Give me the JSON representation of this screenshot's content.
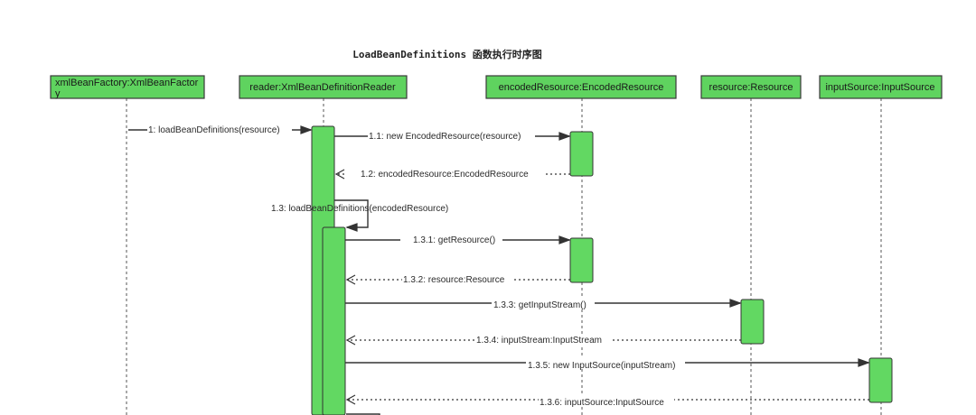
{
  "title": "LoadBeanDefinitions 函数执行时序图",
  "colors": {
    "participant_fill": "#5fd35f",
    "participant_border": "#3a3a3a",
    "activation_fill": "#62d862",
    "line": "#333333"
  },
  "participants": [
    {
      "id": "xmlBeanFactory",
      "label_line1": "xmlBeanFactory:XmlBeanFactor",
      "label_line2": "y"
    },
    {
      "id": "reader",
      "label_line1": "reader:XmlBeanDefinitionReader",
      "label_line2": ""
    },
    {
      "id": "encodedResource",
      "label_line1": "encodedResource:EncodedResource",
      "label_line2": ""
    },
    {
      "id": "resource",
      "label_line1": "resource:Resource",
      "label_line2": ""
    },
    {
      "id": "inputSource",
      "label_line1": "inputSource:InputSource",
      "label_line2": ""
    }
  ],
  "messages": [
    {
      "id": "m1",
      "label": "1: loadBeanDefinitions(resource)",
      "from": "xmlBeanFactory",
      "to": "reader",
      "kind": "call"
    },
    {
      "id": "m1_1",
      "label": "1.1: new EncodedResource(resource)",
      "from": "reader",
      "to": "encodedResource",
      "kind": "call"
    },
    {
      "id": "m1_2",
      "label": "1.2: encodedResource:EncodedResource",
      "from": "encodedResource",
      "to": "reader",
      "kind": "return"
    },
    {
      "id": "m1_3",
      "label": "1.3: loadBeanDefinitions(encodedResource)",
      "from": "reader",
      "to": "reader",
      "kind": "self"
    },
    {
      "id": "m1_3_1",
      "label": "1.3.1: getResource()",
      "from": "reader",
      "to": "encodedResource",
      "kind": "call"
    },
    {
      "id": "m1_3_2",
      "label": "1.3.2: resource:Resource",
      "from": "encodedResource",
      "to": "reader",
      "kind": "return"
    },
    {
      "id": "m1_3_3",
      "label": "1.3.3: getInputStream()",
      "from": "reader",
      "to": "resource",
      "kind": "call"
    },
    {
      "id": "m1_3_4",
      "label": "1.3.4: inputStream:InputStream",
      "from": "resource",
      "to": "reader",
      "kind": "return"
    },
    {
      "id": "m1_3_5",
      "label": "1.3.5: new InputSource(inputStream)",
      "from": "reader",
      "to": "inputSource",
      "kind": "call"
    },
    {
      "id": "m1_3_6",
      "label": "1.3.6: inputSource:InputSource",
      "from": "inputSource",
      "to": "reader",
      "kind": "return"
    }
  ]
}
